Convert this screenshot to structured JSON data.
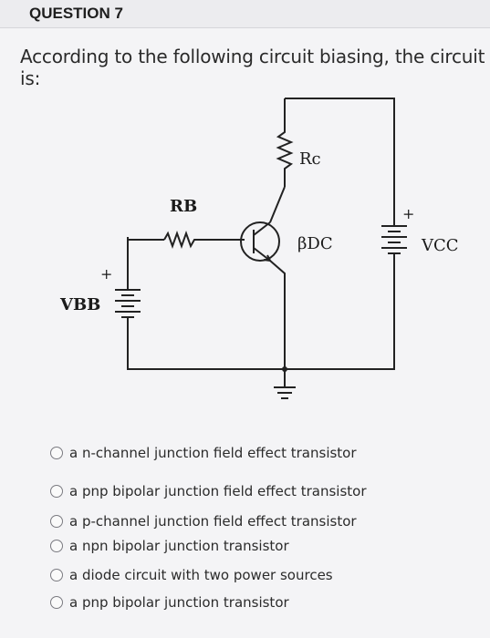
{
  "question": {
    "title": "QUESTION 7",
    "text": "According to the following circuit biasing, the circuit is:"
  },
  "circuit": {
    "labels": {
      "rc": "Rc",
      "rb": "RB",
      "bdc": "βDC",
      "vcc": "VCC",
      "vbb": "VBB",
      "plus": "+"
    }
  },
  "options": [
    "a n-channel junction field effect transistor",
    "a pnp bipolar junction field effect transistor",
    "a p-channel junction field effect transistor",
    "a npn bipolar junction transistor",
    "a diode circuit with two power sources",
    "a pnp bipolar junction transistor"
  ]
}
